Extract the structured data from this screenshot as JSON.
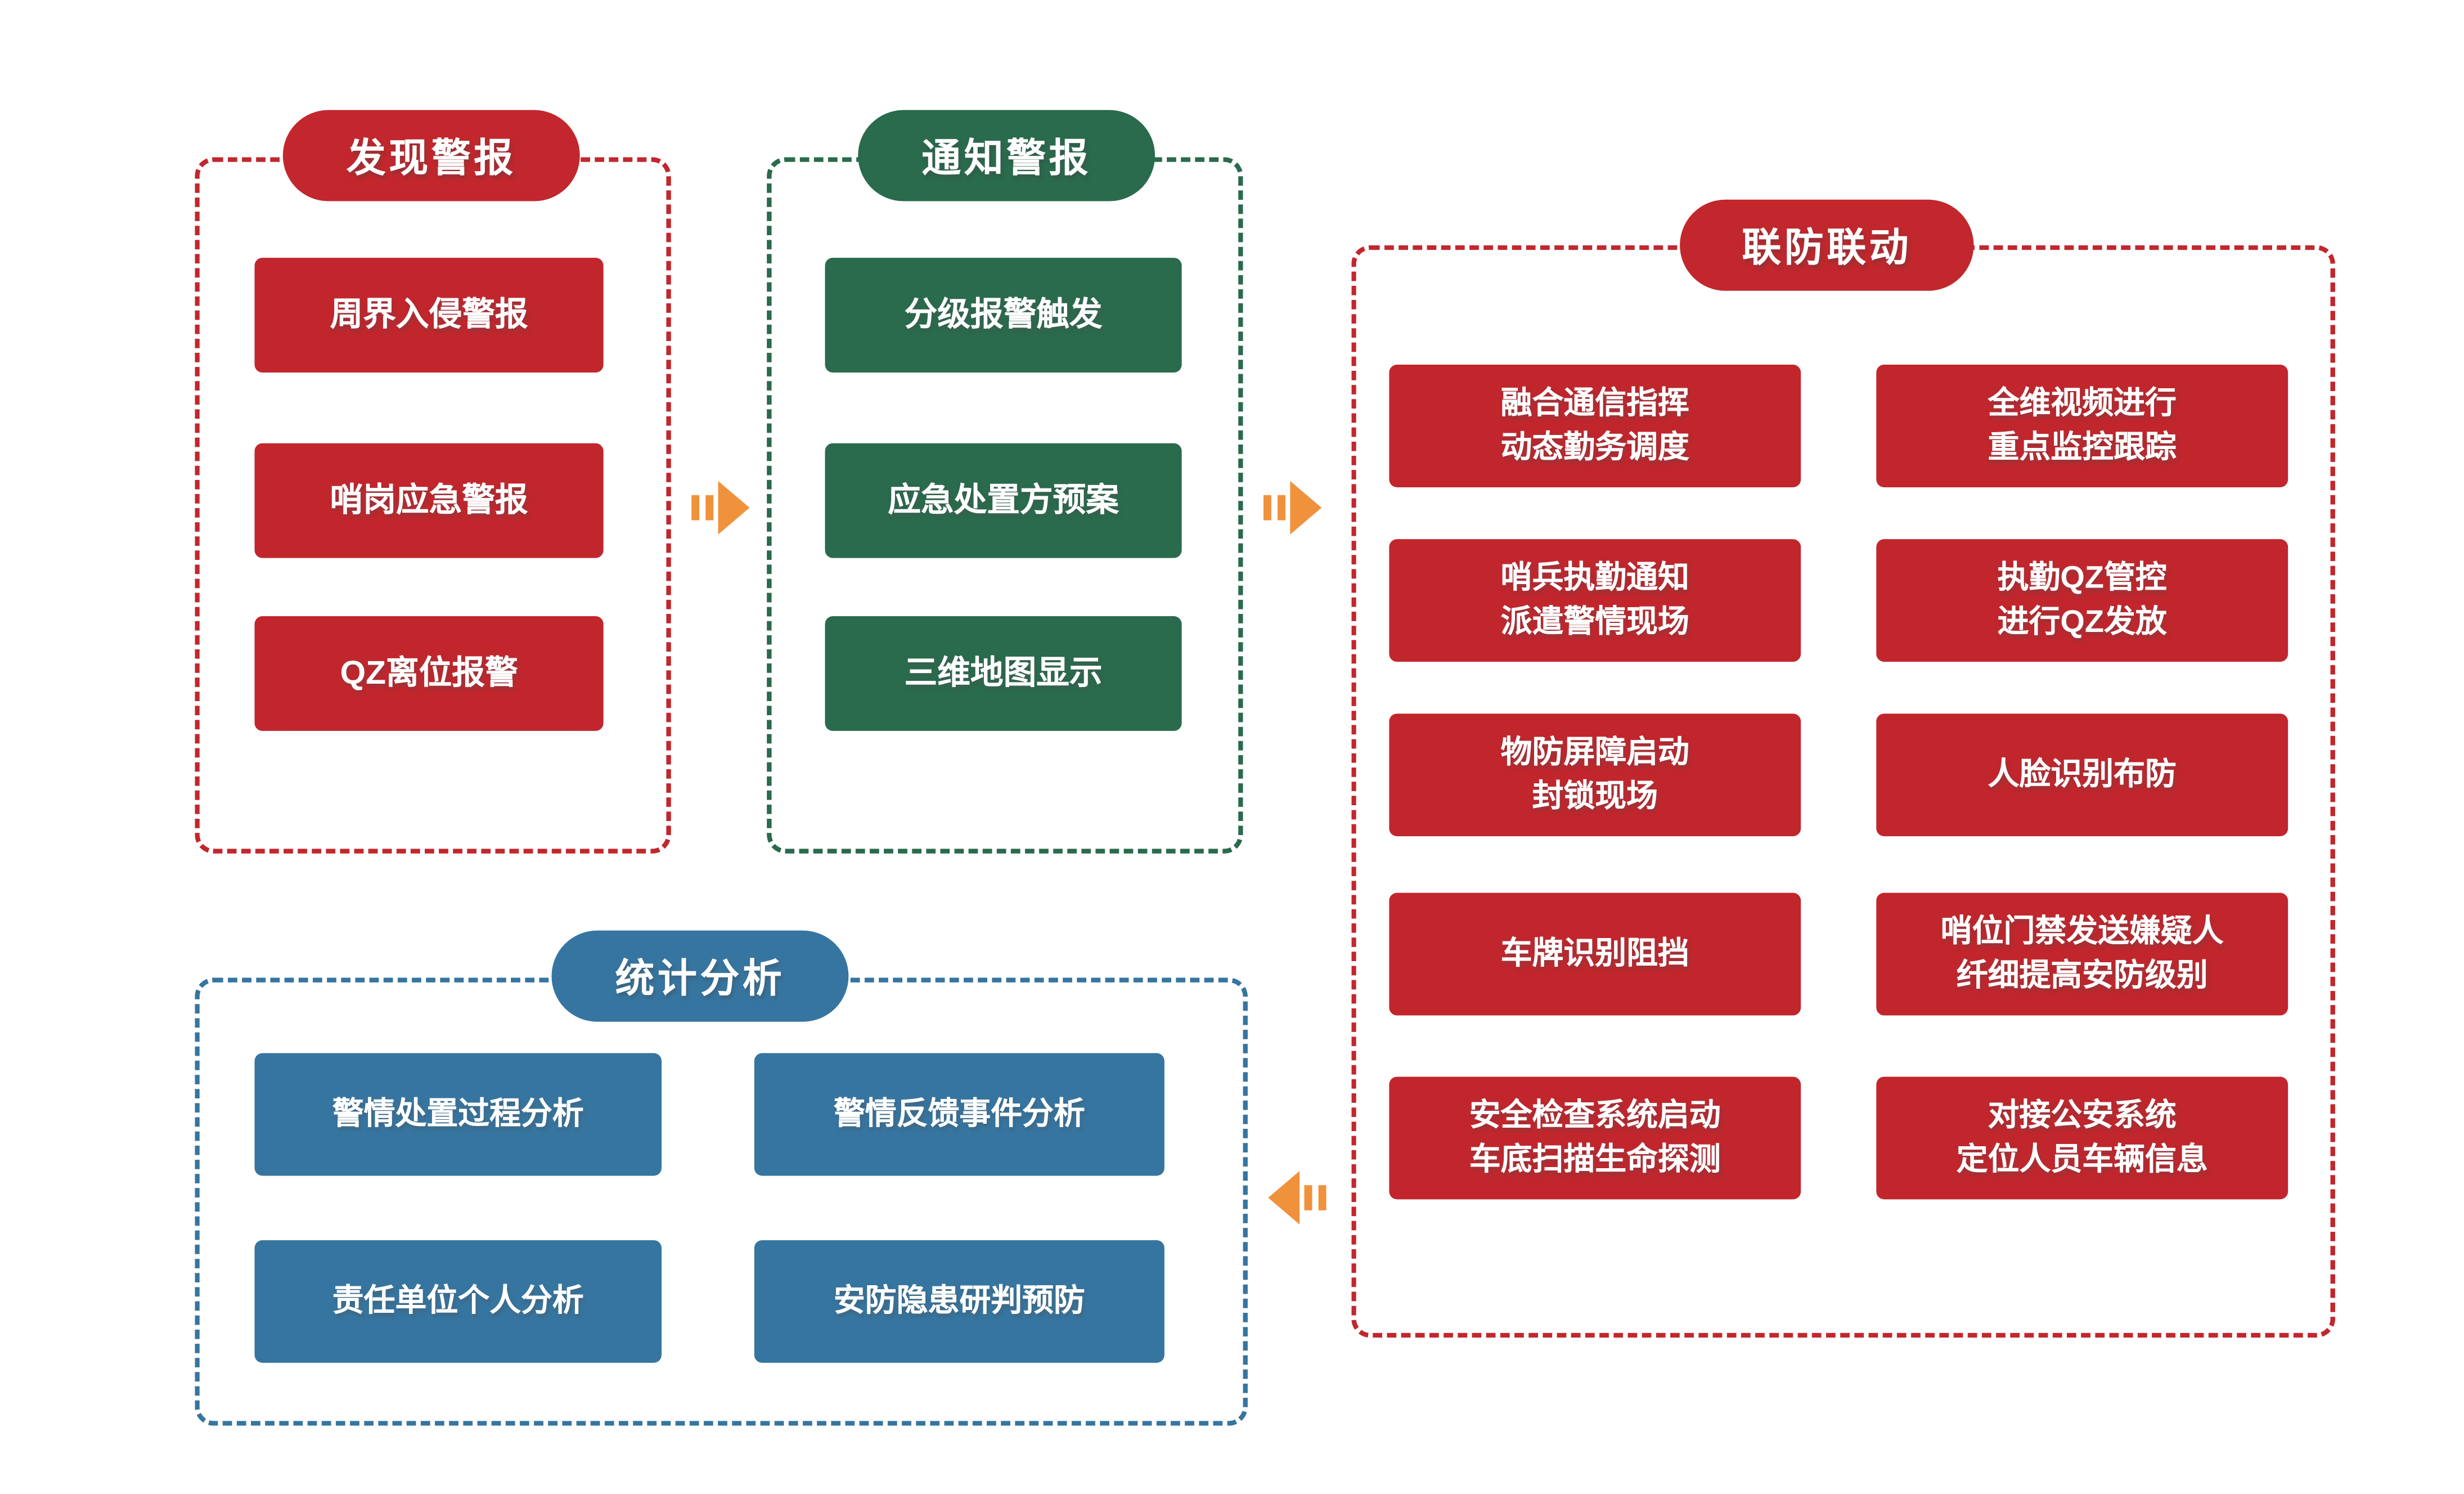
{
  "palette": {
    "red": "#C1272D",
    "green": "#2A6A4D",
    "blue": "#3675A0",
    "orange": "#F0923C",
    "background": "#FFFFFF",
    "text": "#FFFFFF"
  },
  "sections": {
    "discover": {
      "title": "发现警报",
      "items": [
        "周界入侵警报",
        "哨岗应急警报",
        "QZ离位报警"
      ]
    },
    "notify": {
      "title": "通知警报",
      "items": [
        "分级报警触发",
        "应急处置方预案",
        "三维地图显示"
      ]
    },
    "linkage": {
      "title": "联防联动",
      "left": [
        {
          "line1": "融合通信指挥",
          "line2": "动态勤务调度"
        },
        {
          "line1": "哨兵执勤通知",
          "line2": "派遣警情现场"
        },
        {
          "line1": "物防屏障启动",
          "line2": "封锁现场"
        },
        {
          "line1": "车牌识别阻挡"
        },
        {
          "line1": "安全检查系统启动",
          "line2": "车底扫描生命探测"
        }
      ],
      "right": [
        {
          "line1": "全维视频进行",
          "line2": "重点监控跟踪"
        },
        {
          "line1": "执勤QZ管控",
          "line2": "进行QZ发放"
        },
        {
          "line1": "人脸识别布防"
        },
        {
          "line1": "哨位门禁发送嫌疑人",
          "line2": "纤细提高安防级别"
        },
        {
          "line1": "对接公安系统",
          "line2": "定位人员车辆信息"
        }
      ]
    },
    "stats": {
      "title": "统计分析",
      "items": [
        "警情处置过程分析",
        "警情反馈事件分析",
        "责任单位个人分析",
        "安防隐患研判预防"
      ]
    }
  },
  "arrows": [
    {
      "direction": "right",
      "from": "发现警报",
      "to": "通知警报"
    },
    {
      "direction": "right",
      "from": "通知警报",
      "to": "联防联动"
    },
    {
      "direction": "left",
      "from": "联防联动",
      "to": "统计分析"
    }
  ]
}
